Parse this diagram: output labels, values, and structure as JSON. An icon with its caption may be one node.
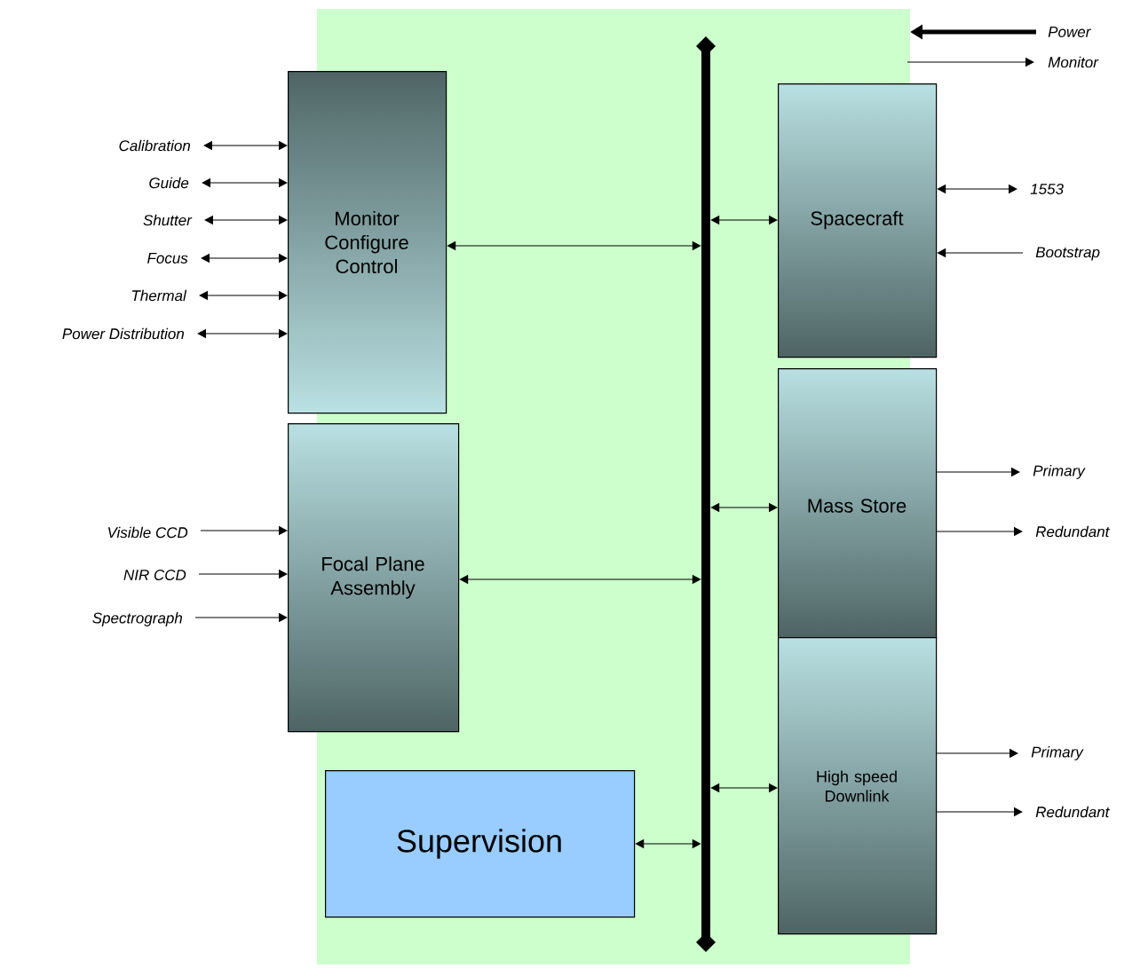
{
  "diagram": {
    "nodes": [
      {
        "text": [
          "Monitor Configure Control"
        ]
      },
      {
        "text": [
          "Focal Plane Assembly"
        ]
      },
      {
        "text": [
          "Supervision"
        ]
      },
      {
        "text": [
          "Spacecraft"
        ]
      },
      {
        "text": [
          "Mass Store"
        ]
      },
      {
        "text": [
          "High speed Downlink"
        ]
      },
      {
        "text": [],
        "shape": "bar"
      },
      {
        "text": [
          "Calibration"
        ]
      },
      {
        "text": [
          "Guide"
        ]
      },
      {
        "text": [
          "Shutter"
        ]
      },
      {
        "text": [
          "Focus"
        ]
      },
      {
        "text": [
          "Thermal"
        ]
      },
      {
        "text": [
          "Power Distribution"
        ]
      },
      {
        "text": [
          "Visible CCD"
        ]
      },
      {
        "text": [
          "NIR CCD"
        ]
      },
      {
        "text": [
          "Spectrograph"
        ]
      },
      {
        "text": [
          "1553"
        ]
      },
      {
        "text": [
          "Bootstrap"
        ]
      },
      {
        "text": [
          "Primary"
        ]
      },
      {
        "text": [
          "Redundant"
        ]
      },
      {
        "text": [
          "Primary"
        ]
      },
      {
        "text": [
          "Redundant"
        ]
      }
    ],
    "edges": [
      {
        "from": 7,
        "to": 0,
        "arrow": "both"
      },
      {
        "from": 8,
        "to": 0,
        "arrow": "both"
      },
      {
        "from": 9,
        "to": 0,
        "arrow": "both"
      },
      {
        "from": 10,
        "to": 0,
        "arrow": "both"
      },
      {
        "from": 11,
        "to": 0,
        "arrow": "both"
      },
      {
        "from": 12,
        "to": 0,
        "arrow": "both"
      },
      {
        "from": 13,
        "to": 1,
        "arrow": "to"
      },
      {
        "from": 14,
        "to": 1,
        "arrow": "to"
      },
      {
        "from": 15,
        "to": 1,
        "arrow": "to"
      },
      {
        "from": 0,
        "to": 6,
        "arrow": "both"
      },
      {
        "from": 1,
        "to": 6,
        "arrow": "both"
      },
      {
        "from": 2,
        "to": 6,
        "arrow": "both"
      },
      {
        "from": 6,
        "to": 3,
        "arrow": "both"
      },
      {
        "from": 6,
        "to": 4,
        "arrow": "both"
      },
      {
        "from": 6,
        "to": 5,
        "arrow": "both"
      },
      {
        "from": 3,
        "to": 16,
        "arrow": "both"
      },
      {
        "from": 17,
        "to": 3,
        "arrow": "to"
      },
      {
        "from": 4,
        "to": 18,
        "arrow": "to"
      },
      {
        "from": 4,
        "to": 19,
        "arrow": "to"
      },
      {
        "from": 5,
        "to": 20,
        "arrow": "to"
      },
      {
        "from": 5,
        "to": 21,
        "arrow": "to"
      }
    ],
    "legend": [
      {
        "text": "Power"
      },
      {
        "text": "Monitor"
      }
    ]
  }
}
